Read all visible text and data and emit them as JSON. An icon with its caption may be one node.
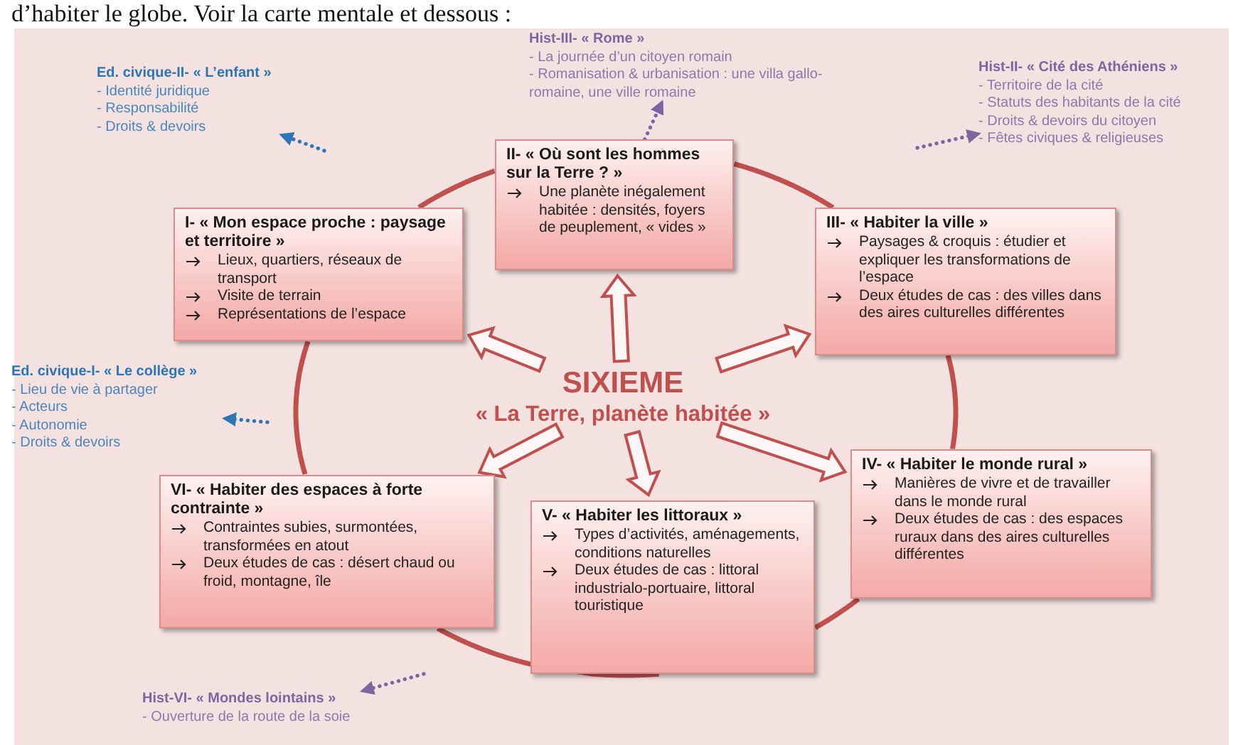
{
  "diagram": {
    "nodes": [
      {
        "text": [
          "Hist-III- « Rome »",
          "- La journée d’un citoyen romain",
          "- Romanisation & urbanisation : une villa gallo-romaine, une ville romaine"
        ]
      },
      {
        "text": [
          "Ed. civique-II- « L’enfant »",
          "- Identité juridique",
          "- Responsabilité",
          "- Droits & devoirs"
        ]
      },
      {
        "text": [
          "Hist-II- « Cité des Athéniens »",
          "- Territoire de la cité",
          "- Statuts des habitants de la cité",
          "- Droits & devoirs du citoyen",
          "- Fêtes civiques & religieuses"
        ]
      },
      {
        "text": [
          "II- « Où sont les hommes sur la Terre ? »",
          "Une planète inégalement habitée : densités, foyers de peuplement, « vides »"
        ]
      },
      {
        "text": [
          "I- « Mon espace proche : paysage et territoire »",
          "Lieux, quartiers, réseaux de transport",
          "Visite de terrain",
          "Représentations de l’espace"
        ]
      },
      {
        "text": [
          "III- « Habiter la ville »",
          "Paysages & croquis : étudier et expliquer les transformations de l’espace",
          "Deux études de cas : des villes dans des aires culturelles différentes"
        ]
      },
      {
        "text": [
          "SIXIEME",
          "« La Terre, planète habitée »"
        ]
      },
      {
        "text": [
          "Ed. civique-I- « Le collège »",
          "- Lieu de vie à partager",
          "- Acteurs",
          "- Autonomie",
          "- Droits & devoirs"
        ]
      },
      {
        "text": [
          "IV- « Habiter le monde rural »",
          "Manières de vivre et de travailler dans le monde rural",
          "Deux études de cas : des espaces ruraux dans des aires culturelles différentes"
        ]
      },
      {
        "text": [
          "VI- « Habiter des espaces à forte contrainte »",
          "Contraintes subies, surmontées, transformées en atout",
          "Deux études de cas : désert chaud ou froid, montagne, île"
        ]
      },
      {
        "text": [
          "V- « Habiter les littoraux »",
          "Types d’activités, aménagements, conditions naturelles",
          "Deux études de cas : littoral industrialo-portuaire, littoral touristique"
        ]
      },
      {
        "text": [
          "Hist-VI- « Mondes lointains »",
          "- Ouverture de la route de la soie"
        ]
      }
    ],
    "edges": [
      {
        "from": 4,
        "to": 3,
        "arrow": "none"
      },
      {
        "from": 3,
        "to": 5,
        "arrow": "none"
      },
      {
        "from": 5,
        "to": 8,
        "arrow": "none"
      },
      {
        "from": 8,
        "to": 10,
        "arrow": "none"
      },
      {
        "from": 10,
        "to": 9,
        "arrow": "none"
      },
      {
        "from": 9,
        "to": 4,
        "arrow": "none"
      },
      {
        "from": 6,
        "to": 3,
        "arrow": "to",
        "style": "thick"
      },
      {
        "from": 6,
        "to": 5,
        "arrow": "to",
        "style": "thick"
      },
      {
        "from": 6,
        "to": 8,
        "arrow": "to",
        "style": "thick"
      },
      {
        "from": 6,
        "to": 10,
        "arrow": "to",
        "style": "thick"
      },
      {
        "from": 6,
        "to": 9,
        "arrow": "to",
        "style": "thick"
      },
      {
        "from": 6,
        "to": 4,
        "arrow": "to",
        "style": "thick"
      },
      {
        "from": null,
        "to": 1,
        "arrow": "to",
        "style": "dashed",
        "color": "#2e75b6"
      },
      {
        "from": 3,
        "to": 0,
        "arrow": "to",
        "style": "dashed",
        "color": "#8064a2"
      },
      {
        "from": null,
        "to": 2,
        "arrow": "to",
        "style": "dashed",
        "color": "#8064a2"
      },
      {
        "from": null,
        "to": 7,
        "arrow": "to",
        "style": "dashed",
        "color": "#2e75b6"
      },
      {
        "from": null,
        "to": 11,
        "arrow": "to",
        "style": "dashed",
        "color": "#8064a2"
      }
    ],
    "labels": [
      "d’habiter le globe. Voir la carte mentale et dessous :"
    ]
  }
}
